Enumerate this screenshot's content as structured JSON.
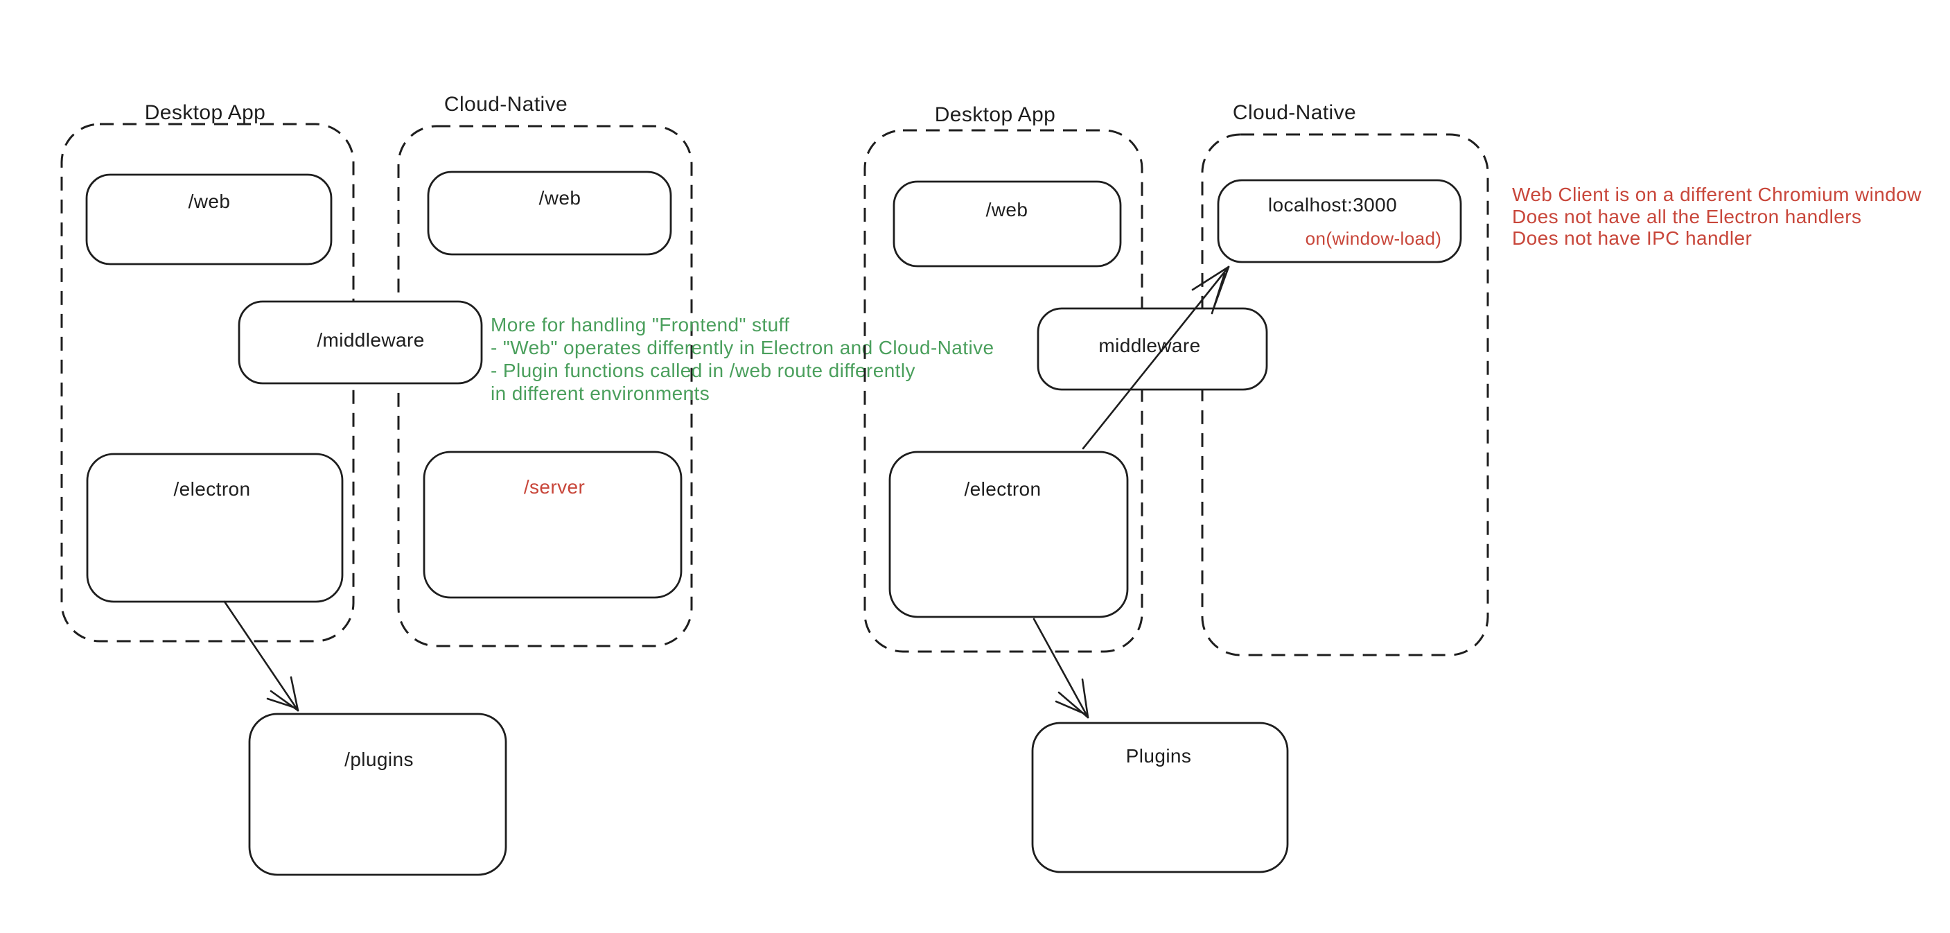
{
  "colors": {
    "ink": "#1e1e1e",
    "green": "#4a9f5c",
    "red": "#c8463a",
    "background": "#ffffff"
  },
  "left_diagram": {
    "desktop_group_label": "Desktop App",
    "cloud_group_label": "Cloud-Native",
    "boxes": {
      "web_desktop": "/web",
      "web_cloud": "/web",
      "middleware": "/middleware",
      "electron": "/electron",
      "server": "/server",
      "plugins": "/plugins"
    },
    "annotation_lines": [
      "More for handling \"Frontend\" stuff",
      "- \"Web\" operates differently in Electron and Cloud-Native",
      "- Plugin functions called in /web route differently",
      "in different environments"
    ],
    "edges": [
      {
        "from": "/electron",
        "to": "/plugins"
      }
    ]
  },
  "right_diagram": {
    "desktop_group_label": "Desktop App",
    "cloud_group_label": "Cloud-Native",
    "boxes": {
      "web_desktop": "/web",
      "localhost": "localhost:3000",
      "localhost_handler": "on(window-load)",
      "middleware": "middleware",
      "electron": "/electron",
      "plugins": "Plugins"
    },
    "annotation_lines": [
      "Web Client is on a different Chromium window",
      "Does not have all the Electron handlers",
      "Does not have IPC handler"
    ],
    "edges": [
      {
        "from": "/electron",
        "to": "localhost:3000"
      },
      {
        "from": "/electron",
        "to": "Plugins"
      }
    ]
  }
}
